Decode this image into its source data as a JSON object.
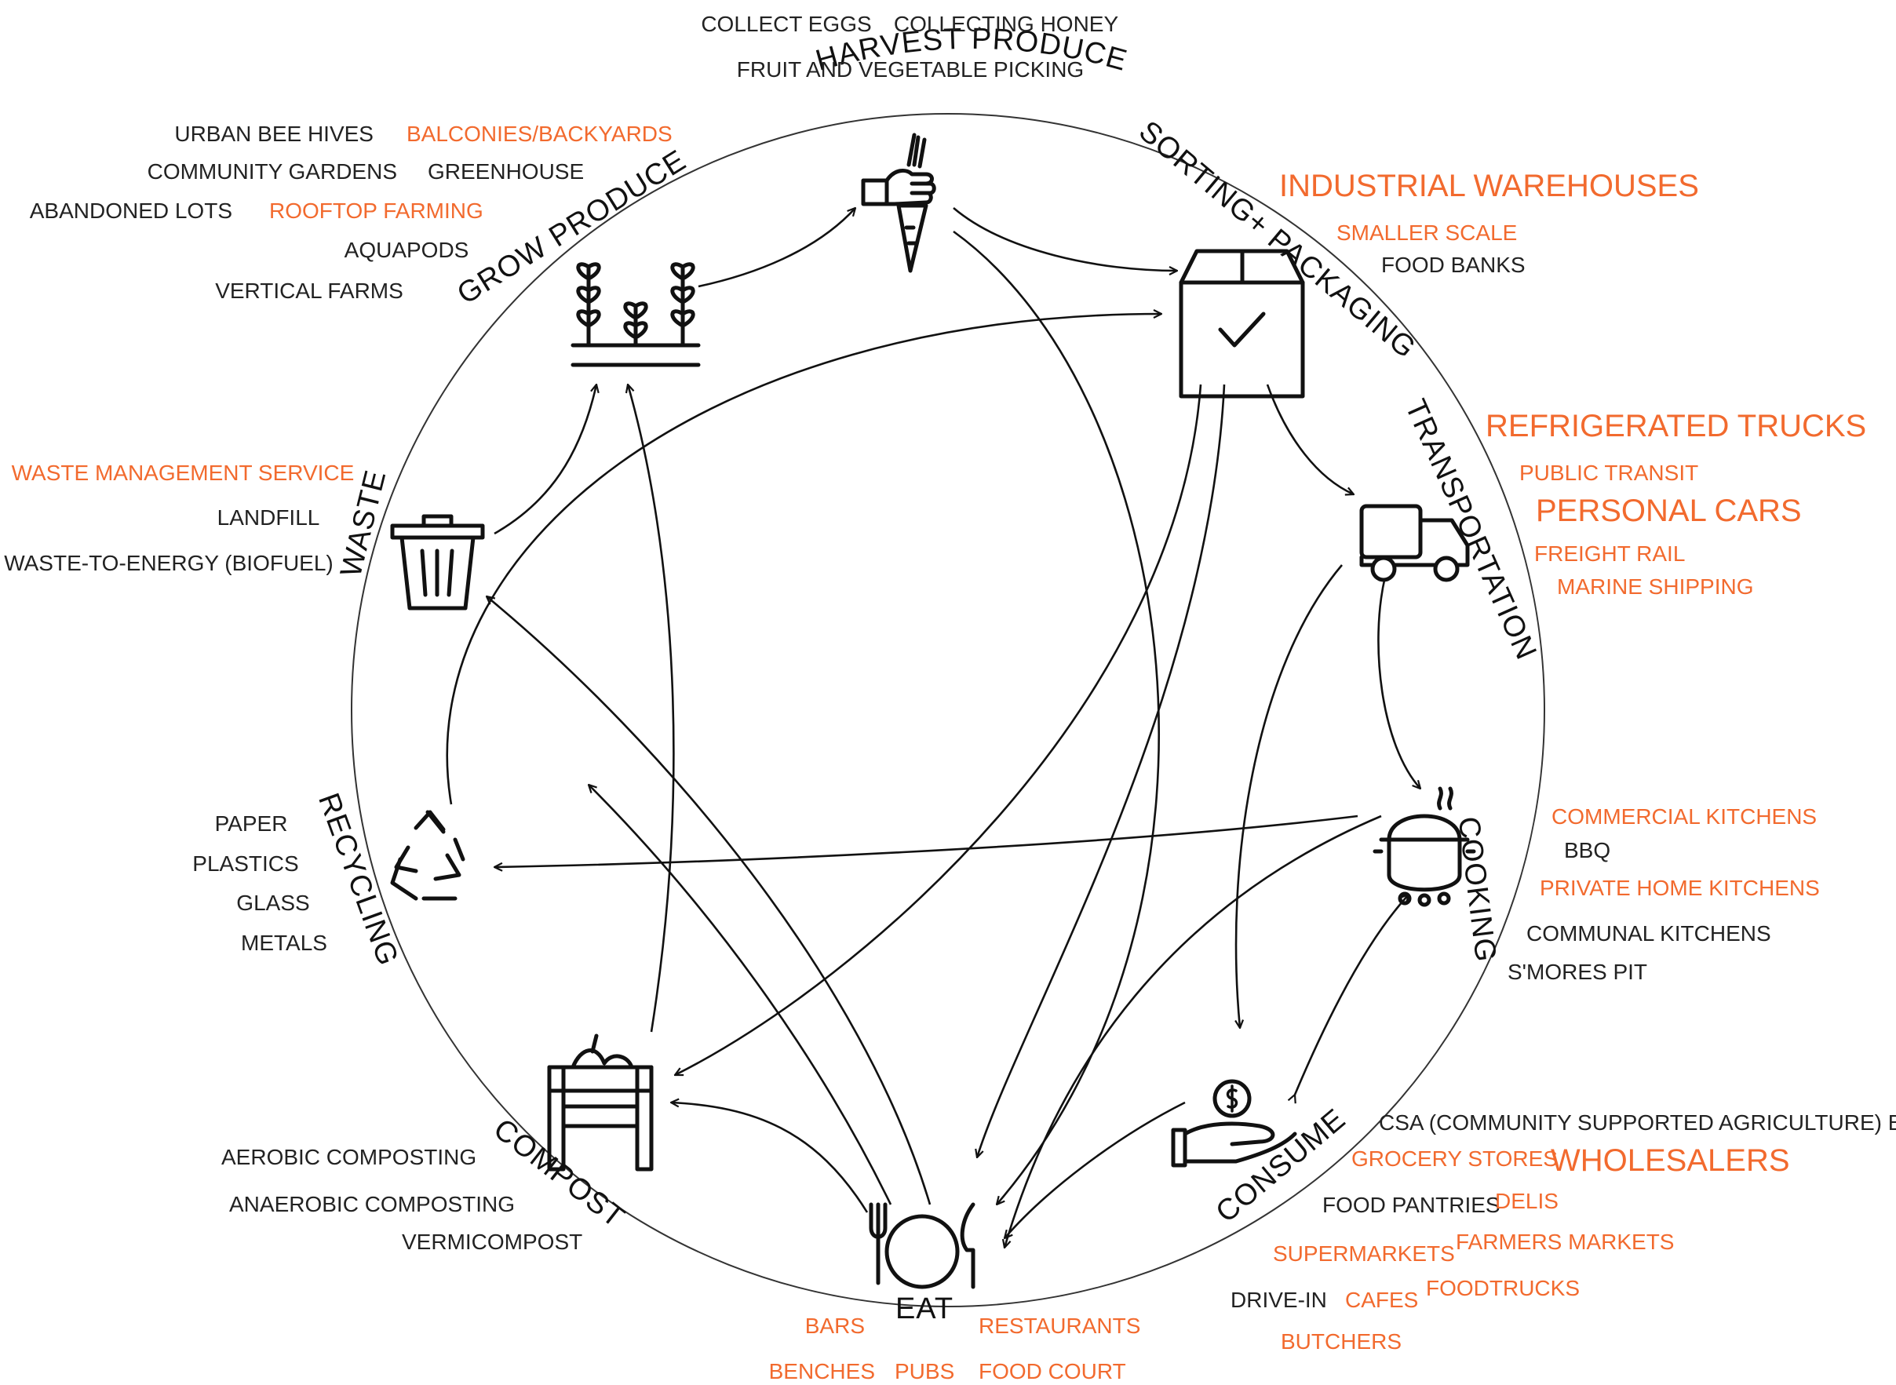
{
  "colors": {
    "highlight": "#f26a2e",
    "text": "#222222",
    "line": "#111111"
  },
  "stages": {
    "harvest": "HARVEST PRODUCE",
    "sorting": "SORTING+ PACKAGING",
    "transport": "TRANSPORTATION",
    "cooking": "COOKING",
    "consume": "CONSUME",
    "eat": "EAT",
    "compost": "COMPOST",
    "recycling": "RECYCLING",
    "waste": "WASTE",
    "grow": "GROW PRODUCE"
  },
  "icons": {
    "harvest": "hand-carrot-icon",
    "sorting": "box-check-icon",
    "transport": "truck-icon",
    "cooking": "pot-icon",
    "consume": "hand-coin-icon",
    "eat": "plate-cutlery-icon",
    "compost": "compost-bin-icon",
    "recycling": "recycle-icon",
    "waste": "trash-can-icon",
    "grow": "plants-icon"
  },
  "items": {
    "harvest": [
      {
        "text": "COLLECT EGGS",
        "highlight": false
      },
      {
        "text": "COLLECTING HONEY",
        "highlight": false
      },
      {
        "text": "FRUIT AND VEGETABLE PICKING",
        "highlight": false
      }
    ],
    "grow": [
      {
        "text": "URBAN BEE HIVES",
        "highlight": false
      },
      {
        "text": "BALCONIES/BACKYARDS",
        "highlight": true
      },
      {
        "text": "COMMUNITY GARDENS",
        "highlight": false
      },
      {
        "text": "GREENHOUSE",
        "highlight": false
      },
      {
        "text": "ABANDONED LOTS",
        "highlight": false
      },
      {
        "text": "ROOFTOP FARMING",
        "highlight": true
      },
      {
        "text": "AQUAPODS",
        "highlight": false
      },
      {
        "text": "VERTICAL FARMS",
        "highlight": false
      }
    ],
    "sorting": [
      {
        "text": "INDUSTRIAL WAREHOUSES",
        "highlight": true
      },
      {
        "text": "SMALLER SCALE",
        "highlight": true
      },
      {
        "text": "FOOD BANKS",
        "highlight": false
      }
    ],
    "transport": [
      {
        "text": "REFRIGERATED TRUCKS",
        "highlight": true
      },
      {
        "text": "PUBLIC TRANSIT",
        "highlight": true
      },
      {
        "text": "PERSONAL CARS",
        "highlight": true
      },
      {
        "text": "FREIGHT RAIL",
        "highlight": true
      },
      {
        "text": "MARINE SHIPPING",
        "highlight": true
      }
    ],
    "cooking": [
      {
        "text": "COMMERCIAL KITCHENS",
        "highlight": true
      },
      {
        "text": "BBQ",
        "highlight": false
      },
      {
        "text": "PRIVATE HOME KITCHENS",
        "highlight": true
      },
      {
        "text": "COMMUNAL KITCHENS",
        "highlight": false
      },
      {
        "text": "S'MORES PIT",
        "highlight": false
      }
    ],
    "consume": [
      {
        "text": "CSA (COMMUNITY SUPPORTED AGRICULTURE) BOX",
        "highlight": false
      },
      {
        "text": "GROCERY STORES",
        "highlight": true
      },
      {
        "text": "WHOLESALERS",
        "highlight": true
      },
      {
        "text": "FOOD PANTRIES",
        "highlight": false
      },
      {
        "text": "DELIS",
        "highlight": true
      },
      {
        "text": "SUPERMARKETS",
        "highlight": true
      },
      {
        "text": "FARMERS MARKETS",
        "highlight": true
      },
      {
        "text": "FOODTRUCKS",
        "highlight": true
      },
      {
        "text": "DRIVE-IN",
        "highlight": false
      },
      {
        "text": "CAFES",
        "highlight": true
      },
      {
        "text": "BUTCHERS",
        "highlight": true
      }
    ],
    "eat": [
      {
        "text": "BARS",
        "highlight": true
      },
      {
        "text": "RESTAURANTS",
        "highlight": true
      },
      {
        "text": "BENCHES",
        "highlight": true
      },
      {
        "text": "PUBS",
        "highlight": true
      },
      {
        "text": "FOOD COURT",
        "highlight": true
      }
    ],
    "compost": [
      {
        "text": "AEROBIC COMPOSTING",
        "highlight": false
      },
      {
        "text": "ANAEROBIC COMPOSTING",
        "highlight": false
      },
      {
        "text": "VERMICOMPOST",
        "highlight": false
      }
    ],
    "recycling": [
      {
        "text": "PAPER",
        "highlight": false
      },
      {
        "text": "PLASTICS",
        "highlight": false
      },
      {
        "text": "GLASS",
        "highlight": false
      },
      {
        "text": "METALS",
        "highlight": false
      }
    ],
    "waste": [
      {
        "text": "WASTE MANAGEMENT SERVICE",
        "highlight": true
      },
      {
        "text": "LANDFILL",
        "highlight": false
      },
      {
        "text": "WASTE-TO-ENERGY (BIOFUEL)",
        "highlight": false
      }
    ]
  }
}
